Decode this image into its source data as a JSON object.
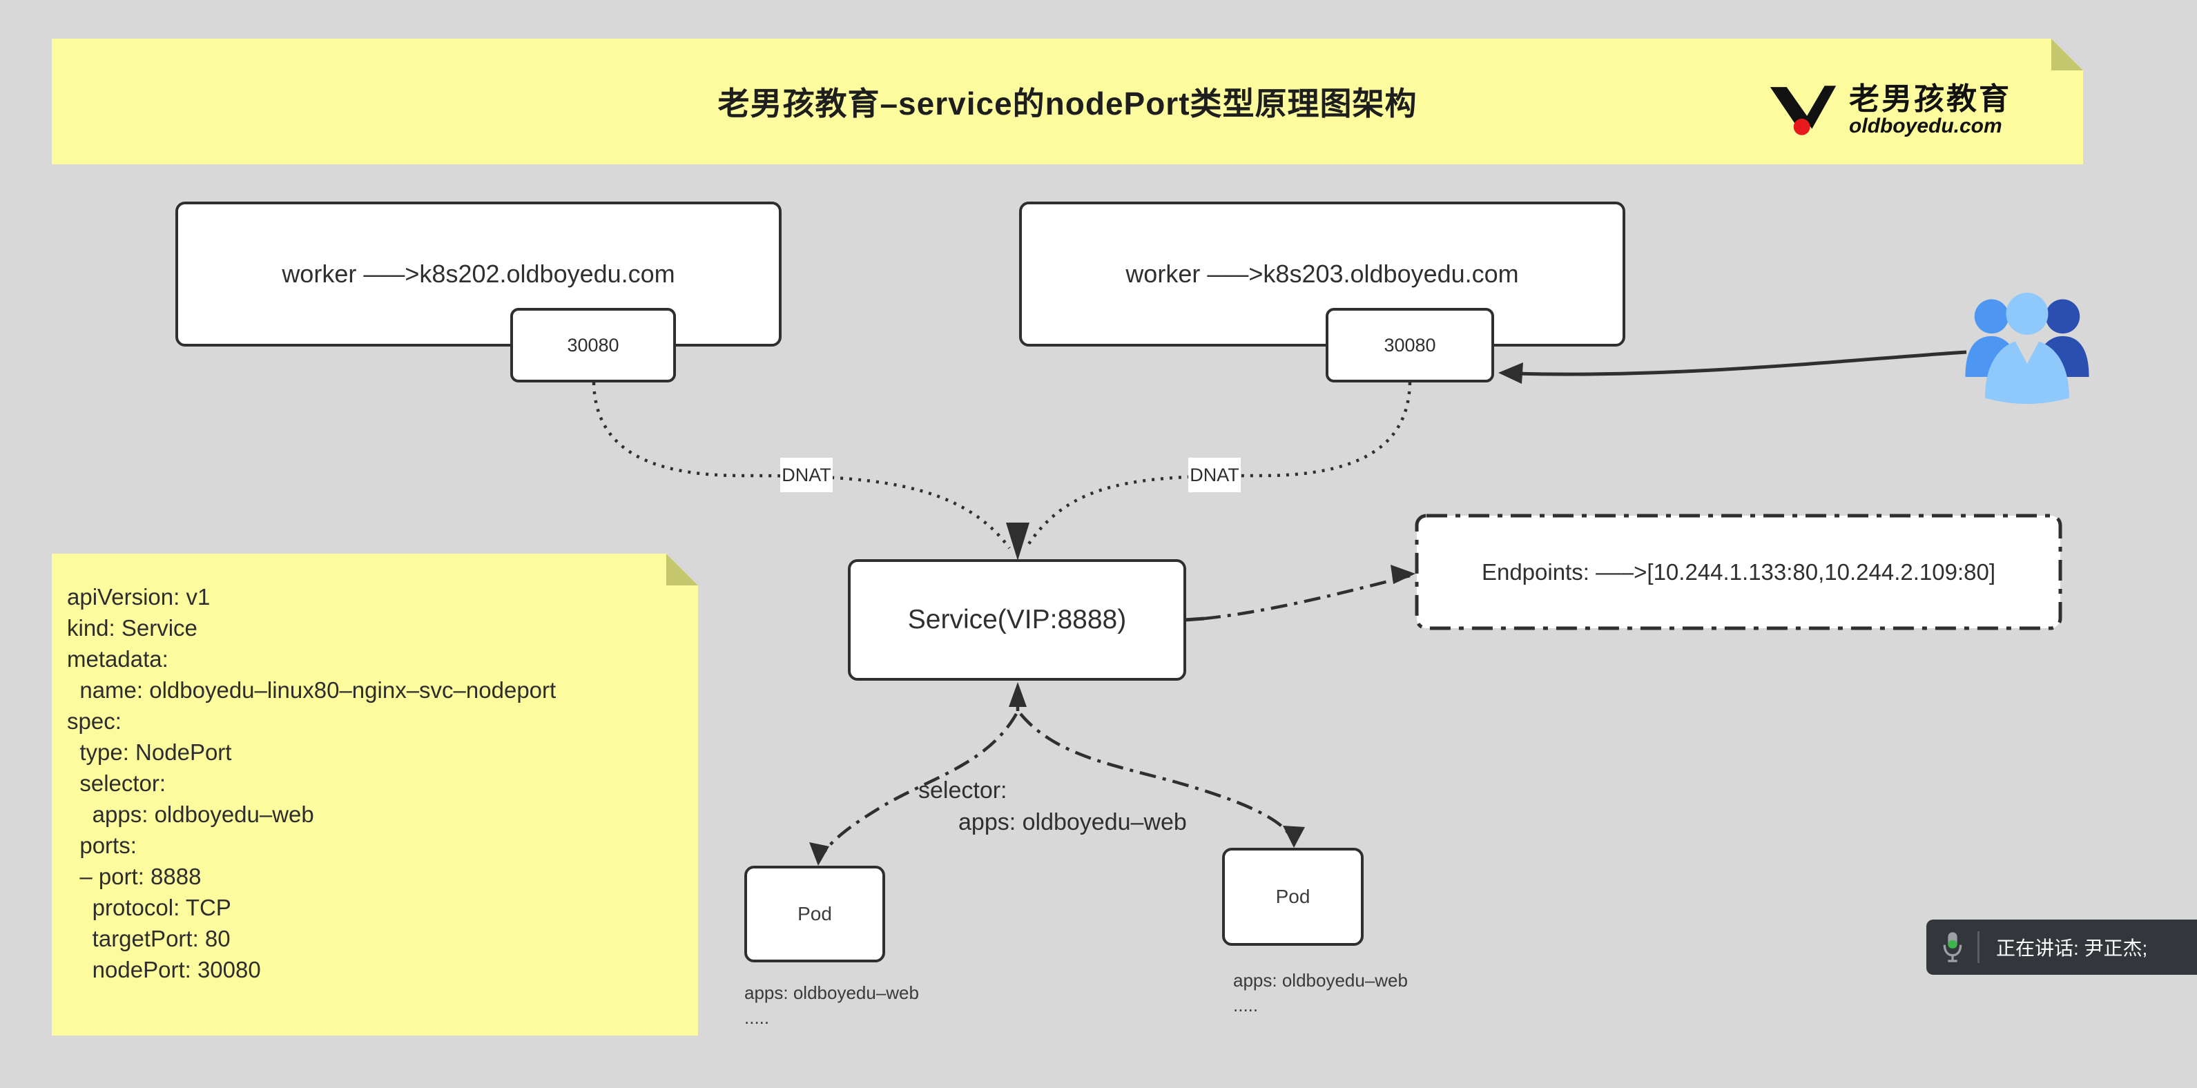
{
  "banner": {
    "title": "老男孩教育–service的nodePort类型原理图架构",
    "logo": {
      "cn": "老男孩教育",
      "domain": "oldboyedu.com"
    }
  },
  "nodes": {
    "worker1": {
      "label": "worker –––>k8s202.oldboyedu.com",
      "port": "30080"
    },
    "worker2": {
      "label": "worker –––>k8s203.oldboyedu.com",
      "port": "30080"
    },
    "service": {
      "label": "Service(VIP:8888)"
    },
    "endpoints": {
      "label": "Endpoints: –––>[10.244.1.133:80,10.244.2.109:80]"
    },
    "pod1": {
      "label": "Pod",
      "meta1": "apps: oldboyedu–web",
      "meta2": "....."
    },
    "pod2": {
      "label": "Pod",
      "meta1": "apps: oldboyedu–web",
      "meta2": "....."
    }
  },
  "edges": {
    "dnat1": "DNAT",
    "dnat2": "DNAT",
    "selector_line1": "selector:",
    "selector_line2": "apps: oldboyedu–web"
  },
  "note": {
    "lines": [
      "apiVersion: v1",
      "kind: Service",
      "metadata:",
      "  name: oldboyedu–linux80–nginx–svc–nodeport",
      "spec:",
      "  type: NodePort",
      "  selector:",
      "    apps: oldboyedu–web",
      "  ports:",
      "  – port: 8888",
      "    protocol: TCP",
      "    targetPort: 80",
      "    nodePort: 30080"
    ]
  },
  "toast": {
    "text": "正在讲话: 尹正杰;"
  },
  "colors": {
    "background": "#D8D8D8",
    "note_yellow": "#FCFB9E",
    "note_fold": "#C5C76D",
    "stroke": "#2F2F2F",
    "box_fill": "#FFFFFF",
    "toast_bg": "#33363B",
    "toast_text": "#FFFFFF",
    "mic_green": "#3CB54A",
    "mic_gray": "#9AA0A6",
    "user_blue_light": "#8FC8FA",
    "user_blue_mid": "#4D97F2",
    "user_blue_dark": "#2B4FB0",
    "logo_red": "#E8191C"
  }
}
